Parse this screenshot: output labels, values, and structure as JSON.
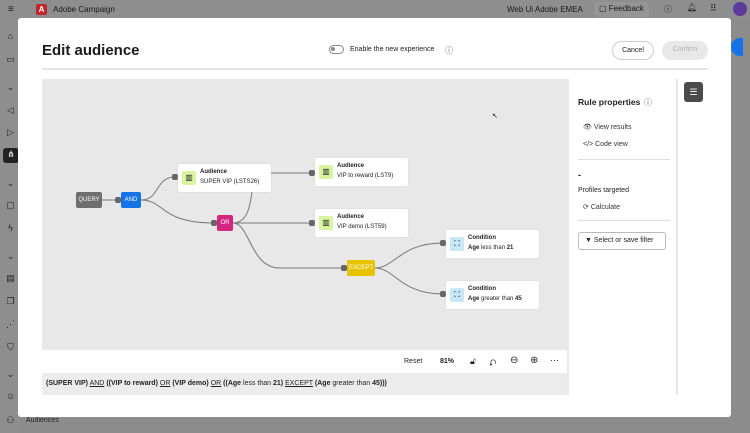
{
  "topbar": {
    "menu_icon": "hamburger-icon",
    "app_name": "Adobe Campaign",
    "org": "Web Ui Adobe EMEA",
    "feedback": "Feedback"
  },
  "sidebar": {
    "footer_label": "Audiences"
  },
  "modal": {
    "title": "Edit audience",
    "toggle_label": "Enable the new experience",
    "toggle_on": false,
    "cancel": "Cancel",
    "confirm": "Confirm"
  },
  "canvas": {
    "query": "QUERY",
    "and": "AND",
    "or": "OR",
    "except": "EXCEPT",
    "nodes": [
      {
        "type": "Audience",
        "label": "SUPER VIP (LSTS26)"
      },
      {
        "type": "Audience",
        "label": "VIP to reward (LST9)"
      },
      {
        "type": "Audience",
        "label": "VIP demo (LST59)"
      },
      {
        "type": "Condition",
        "field": "Age",
        "label": "less than",
        "value": "21"
      },
      {
        "type": "Condition",
        "field": "Age",
        "label": "greater than",
        "value": "45"
      }
    ],
    "colors": {
      "query": "#6e6e6e",
      "and": "#1473e6",
      "or": "#d5267e",
      "except": "#e6c200",
      "audience_icon_bg": "#d9f5a0",
      "condition_icon_bg": "#c6e8f7"
    }
  },
  "toolbar": {
    "reset": "Reset",
    "zoom": "81%"
  },
  "expression": {
    "p1": "(SUPER VIP)",
    "op1": "AND",
    "p2": "((VIP to reward)",
    "op2": "OR",
    "p3": "(VIP demo)",
    "op3": "OR",
    "p4a": "((Age",
    "p4b": " less than ",
    "p4c": "21)",
    "op4": "EXCEPT",
    "p5a": "(Age",
    "p5b": " greater than ",
    "p5c": "45)))"
  },
  "rule_panel": {
    "title": "Rule properties",
    "view_results": "View results",
    "code_view": "Code view",
    "count": "-",
    "profiles_targeted": "Profiles targeted",
    "calculate": "Calculate",
    "filter": "Select or save filter"
  }
}
